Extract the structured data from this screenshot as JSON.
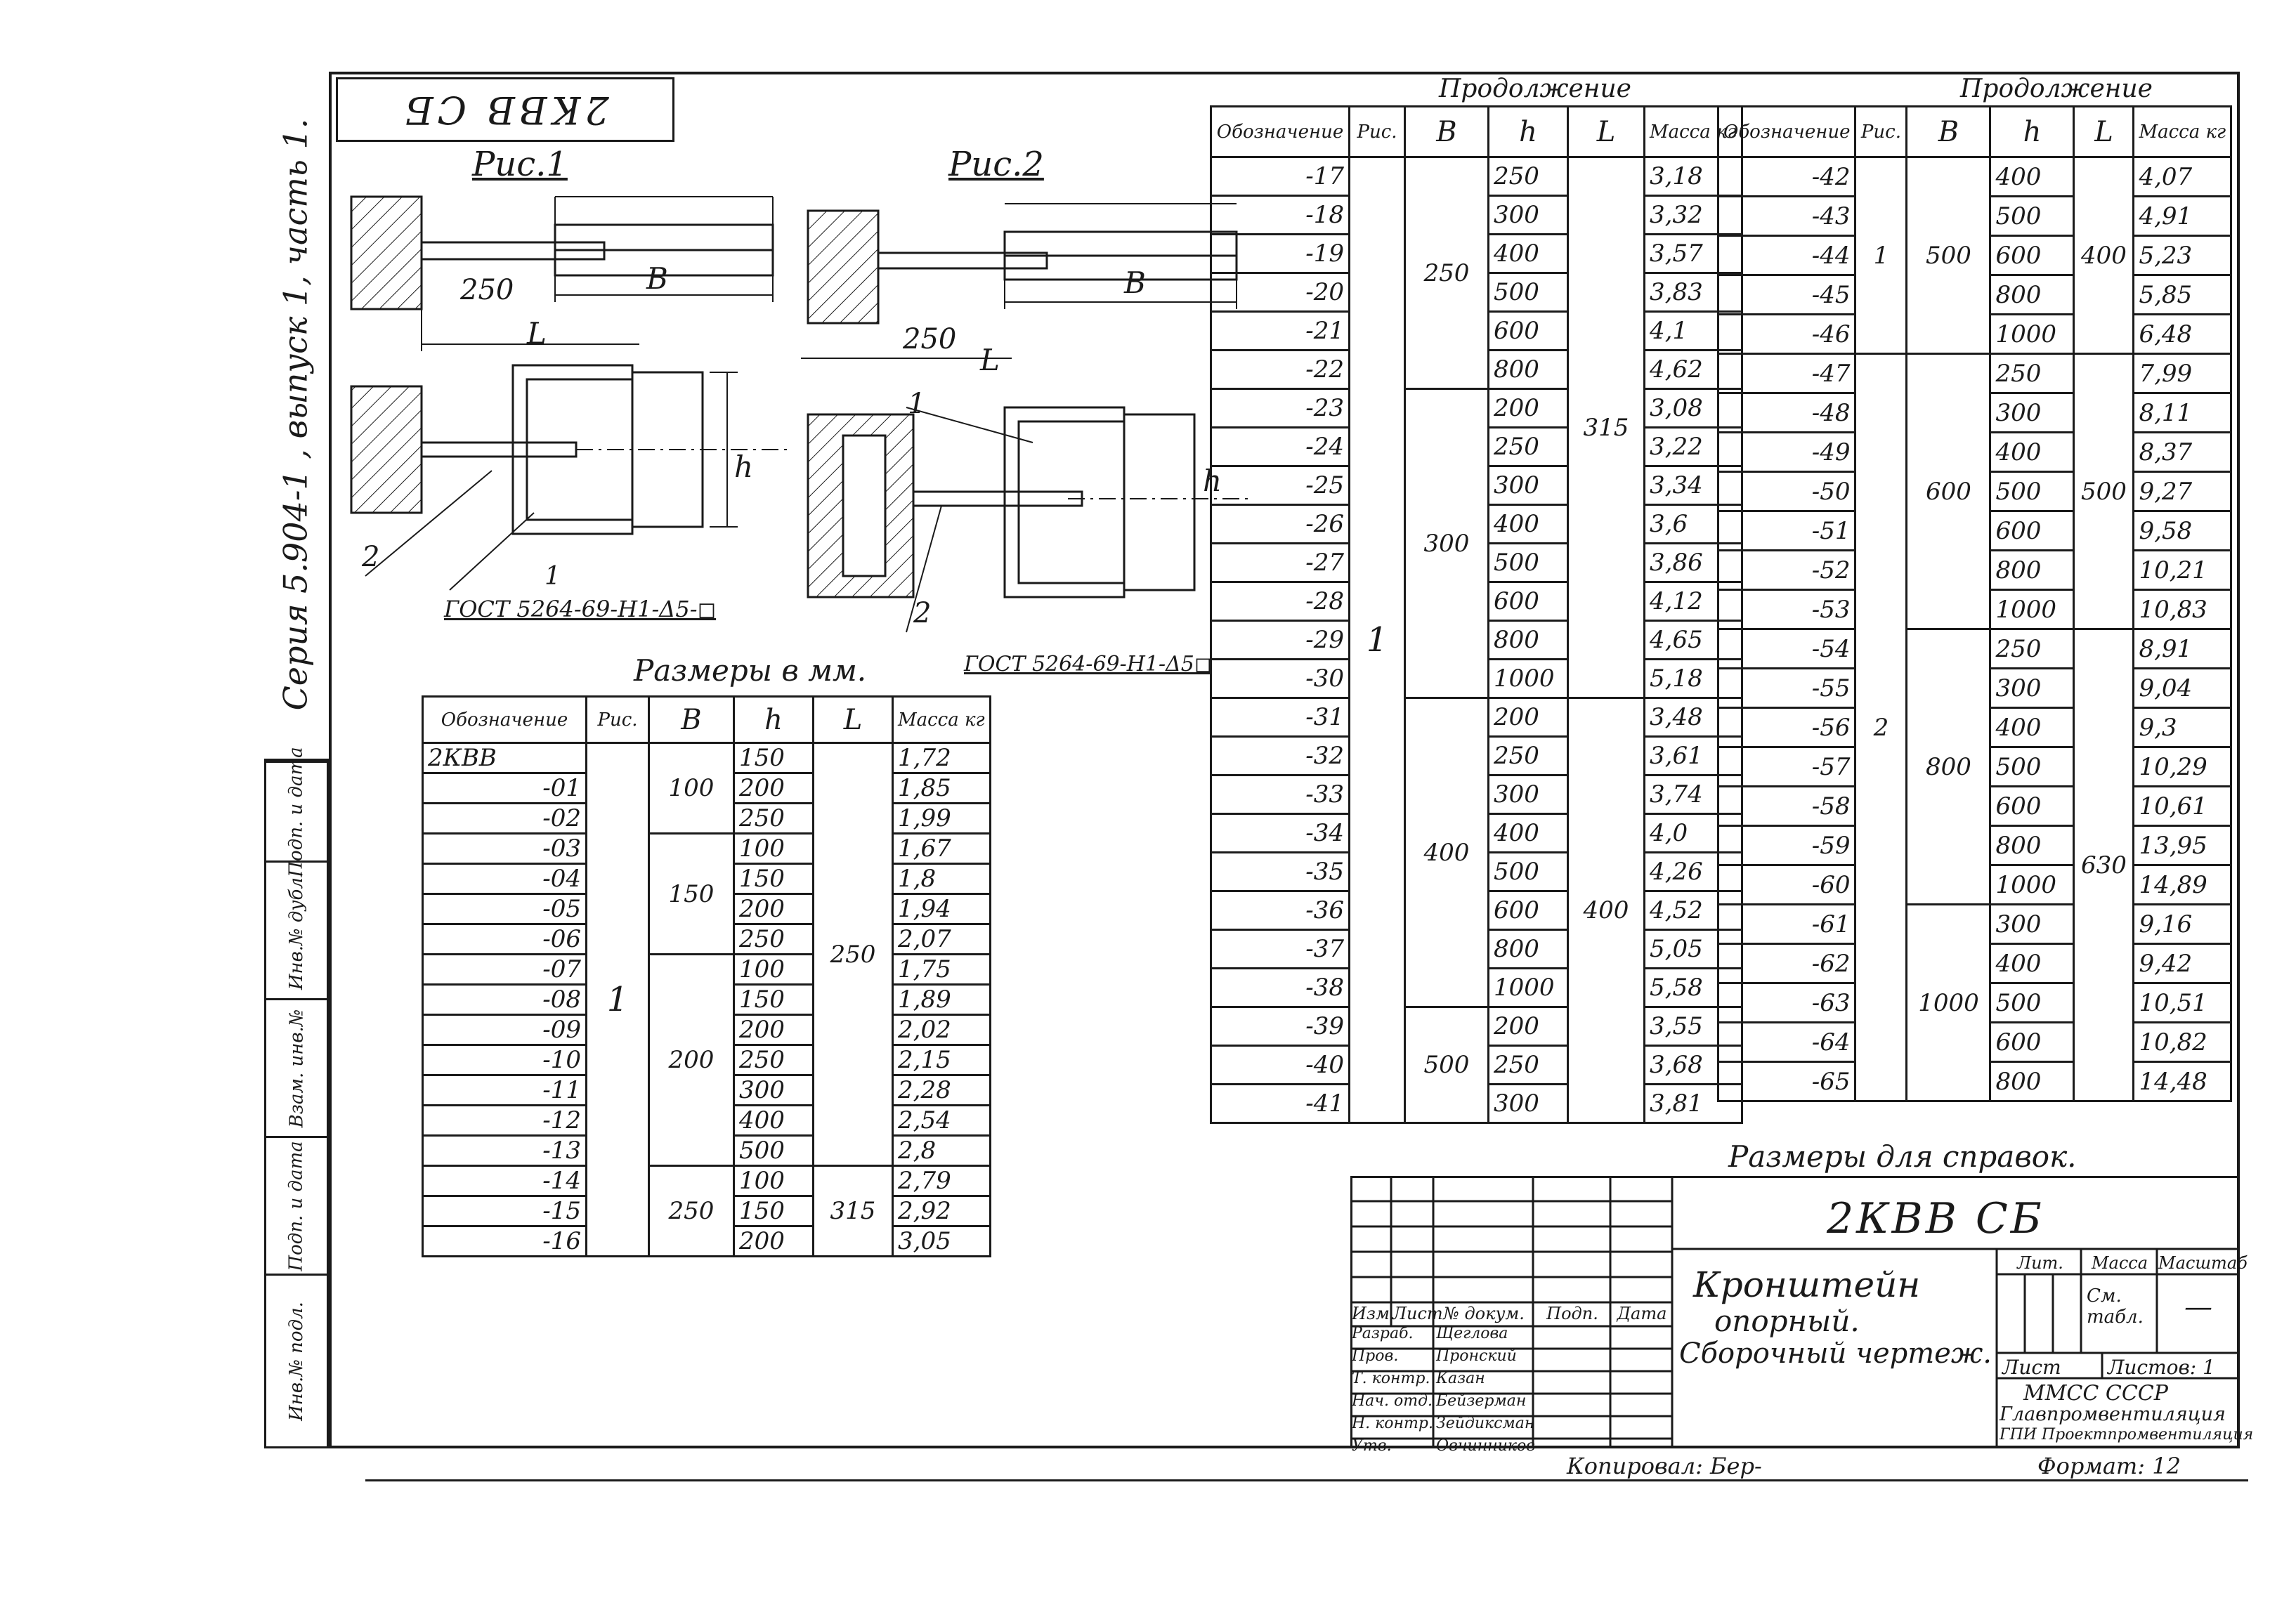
{
  "sheet": {
    "stamp_code": "2КВВ СБ",
    "series_text": "Серия 5.904-1 , выпуск 1, часть 1.",
    "fig1_label": "Рис.1",
    "fig2_label": "Рис.2",
    "gost_note_1": "ГОСТ 5264-69-Н1-Δ5-◻",
    "gost_note_2": "ГОСТ 5264-69-Н1-Δ5◻",
    "dim_250": "250",
    "dim_L": "L",
    "dim_B": "B",
    "dim_h": "h",
    "callout_1": "1",
    "callout_2": "2"
  },
  "sidebar_labels": [
    "Инв.№ подл.",
    "Подп. и дата",
    "Взам. инв.№",
    "Инв.№ дубл.",
    "Подп. и дата"
  ],
  "table1": {
    "title": "Размеры в мм.",
    "headers": [
      "Обозначение",
      "Рис.",
      "B",
      "h",
      "L",
      "Масса кг"
    ],
    "rows": [
      [
        "2КВВ",
        "150",
        "1,72"
      ],
      [
        "-01",
        "200",
        "1,85"
      ],
      [
        "-02",
        "250",
        "1,99"
      ],
      [
        "-03",
        "100",
        "1,67"
      ],
      [
        "-04",
        "150",
        "1,8"
      ],
      [
        "-05",
        "200",
        "1,94"
      ],
      [
        "-06",
        "250",
        "2,07"
      ],
      [
        "-07",
        "100",
        "1,75"
      ],
      [
        "-08",
        "150",
        "1,89"
      ],
      [
        "-09",
        "200",
        "2,02"
      ],
      [
        "-10",
        "250",
        "2,15"
      ],
      [
        "-11",
        "300",
        "2,28"
      ],
      [
        "-12",
        "400",
        "2,54"
      ],
      [
        "-13",
        "500",
        "2,8"
      ],
      [
        "-14",
        "100",
        "2,79"
      ],
      [
        "-15",
        "150",
        "2,92"
      ],
      [
        "-16",
        "200",
        "3,05"
      ]
    ],
    "groups": {
      "ris": "1",
      "b": [
        {
          "value": "100",
          "start": 0,
          "span": 3
        },
        {
          "value": "150",
          "start": 3,
          "span": 4
        },
        {
          "value": "200",
          "start": 7,
          "span": 7
        },
        {
          "value": "250",
          "start": 14,
          "span": 3
        }
      ],
      "l": [
        {
          "value": "250",
          "start": 0,
          "span": 14
        },
        {
          "value": "315",
          "start": 14,
          "span": 3
        }
      ]
    }
  },
  "table2": {
    "title": "Продолжение",
    "headers": [
      "Обозначение",
      "Рис.",
      "B",
      "h",
      "L",
      "Масса кг"
    ],
    "rows": [
      [
        "-17",
        "250",
        "3,18"
      ],
      [
        "-18",
        "300",
        "3,32"
      ],
      [
        "-19",
        "400",
        "3,57"
      ],
      [
        "-20",
        "500",
        "3,83"
      ],
      [
        "-21",
        "600",
        "4,1"
      ],
      [
        "-22",
        "800",
        "4,62"
      ],
      [
        "-23",
        "200",
        "3,08"
      ],
      [
        "-24",
        "250",
        "3,22"
      ],
      [
        "-25",
        "300",
        "3,34"
      ],
      [
        "-26",
        "400",
        "3,6"
      ],
      [
        "-27",
        "500",
        "3,86"
      ],
      [
        "-28",
        "600",
        "4,12"
      ],
      [
        "-29",
        "800",
        "4,65"
      ],
      [
        "-30",
        "1000",
        "5,18"
      ],
      [
        "-31",
        "200",
        "3,48"
      ],
      [
        "-32",
        "250",
        "3,61"
      ],
      [
        "-33",
        "300",
        "3,74"
      ],
      [
        "-34",
        "400",
        "4,0"
      ],
      [
        "-35",
        "500",
        "4,26"
      ],
      [
        "-36",
        "600",
        "4,52"
      ],
      [
        "-37",
        "800",
        "5,05"
      ],
      [
        "-38",
        "1000",
        "5,58"
      ],
      [
        "-39",
        "200",
        "3,55"
      ],
      [
        "-40",
        "250",
        "3,68"
      ],
      [
        "-41",
        "300",
        "3,81"
      ]
    ],
    "groups": {
      "ris": "1",
      "b": [
        {
          "value": "250",
          "start": 0,
          "span": 6
        },
        {
          "value": "300",
          "start": 6,
          "span": 8
        },
        {
          "value": "400",
          "start": 14,
          "span": 8
        },
        {
          "value": "500",
          "start": 22,
          "span": 3
        }
      ],
      "l": [
        {
          "value": "315",
          "start": 0,
          "span": 14
        },
        {
          "value": "400",
          "start": 14,
          "span": 11
        }
      ]
    }
  },
  "table3": {
    "title": "Продолжение",
    "headers": [
      "Обозначение",
      "Рис.",
      "B",
      "h",
      "L",
      "Масса кг"
    ],
    "rows": [
      [
        "-42",
        "400",
        "4,07"
      ],
      [
        "-43",
        "500",
        "4,91"
      ],
      [
        "-44",
        "600",
        "5,23"
      ],
      [
        "-45",
        "800",
        "5,85"
      ],
      [
        "-46",
        "1000",
        "6,48"
      ],
      [
        "-47",
        "250",
        "7,99"
      ],
      [
        "-48",
        "300",
        "8,11"
      ],
      [
        "-49",
        "400",
        "8,37"
      ],
      [
        "-50",
        "500",
        "9,27"
      ],
      [
        "-51",
        "600",
        "9,58"
      ],
      [
        "-52",
        "800",
        "10,21"
      ],
      [
        "-53",
        "1000",
        "10,83"
      ],
      [
        "-54",
        "250",
        "8,91"
      ],
      [
        "-55",
        "300",
        "9,04"
      ],
      [
        "-56",
        "400",
        "9,3"
      ],
      [
        "-57",
        "500",
        "10,29"
      ],
      [
        "-58",
        "600",
        "10,61"
      ],
      [
        "-59",
        "800",
        "13,95"
      ],
      [
        "-60",
        "1000",
        "14,89"
      ],
      [
        "-61",
        "300",
        "9,16"
      ],
      [
        "-62",
        "400",
        "9,42"
      ],
      [
        "-63",
        "500",
        "10,51"
      ],
      [
        "-64",
        "600",
        "10,82"
      ],
      [
        "-65",
        "800",
        "14,48"
      ]
    ],
    "groups": {
      "ris": [
        {
          "value": "1",
          "start": 0,
          "span": 5
        },
        {
          "value": "2",
          "start": 5,
          "span": 19
        }
      ],
      "b": [
        {
          "value": "500",
          "start": 0,
          "span": 5
        },
        {
          "value": "600",
          "start": 5,
          "span": 7
        },
        {
          "value": "800",
          "start": 12,
          "span": 7
        },
        {
          "value": "1000",
          "start": 19,
          "span": 5
        }
      ],
      "l": [
        {
          "value": "400",
          "start": 0,
          "span": 5
        },
        {
          "value": "500",
          "start": 5,
          "span": 7
        },
        {
          "value": "630",
          "start": 12,
          "span": 12
        }
      ]
    },
    "footnote": "Размеры для справок."
  },
  "title_block": {
    "doc_code": "2КВВ СБ",
    "name_line1": "Кронштейн",
    "name_line2": "опорный.",
    "name_line3": "Сборочный чертеж.",
    "col_lit": "Лит.",
    "col_mass": "Масса",
    "col_scale": "Масштаб",
    "mass_value": "См. табл.",
    "scale_value": "—",
    "sheet": "Лист",
    "sheets": "Листов: 1",
    "org_line1": "ММСС СССР",
    "org_line2": "Главпромвентиляция",
    "org_line3": "ГПИ Проектпромвентиляция",
    "header_cells": [
      "Изм.",
      "Лист",
      "№ докум.",
      "Подп.",
      "Дата"
    ],
    "roles": [
      {
        "role": "Разраб.",
        "name": "Щеглова"
      },
      {
        "role": "Пров.",
        "name": "Пронский"
      },
      {
        "role": "Т. контр.",
        "name": "Казан"
      },
      {
        "role": "Нач. отд.",
        "name": "Бейзерман"
      },
      {
        "role": "Н. контр.",
        "name": "Зейдиксман"
      },
      {
        "role": "Утв.",
        "name": "Овчинников"
      }
    ],
    "copied": "Копировал: Бер-",
    "format": "Формат: 12"
  }
}
